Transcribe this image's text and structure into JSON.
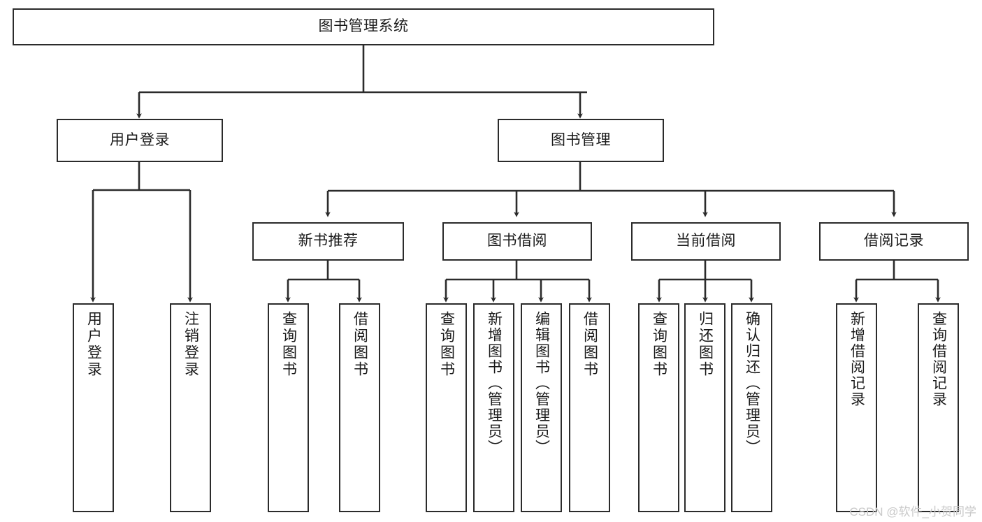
{
  "diagram": {
    "type": "tree-hierarchy-chart",
    "title": "图书管理系统",
    "orientation": "top-down",
    "colors": {
      "box_border": "#2b2b2b",
      "box_fill": "#ffffff",
      "edge": "#2b2b2b",
      "text": "#1a1a1a",
      "watermark": "#c9c9c9",
      "background": "#ffffff"
    },
    "root": {
      "id": "root",
      "label": "图书管理系统",
      "text_direction": "horizontal"
    },
    "level2": [
      {
        "id": "user-login",
        "label": "用户登录",
        "text_direction": "horizontal"
      },
      {
        "id": "book-management",
        "label": "图书管理",
        "text_direction": "horizontal"
      }
    ],
    "level3": [
      {
        "id": "new-book-recommend",
        "label": "新书推荐",
        "text_direction": "horizontal",
        "parent": "book-management"
      },
      {
        "id": "book-borrow",
        "label": "图书借阅",
        "text_direction": "horizontal",
        "parent": "book-management"
      },
      {
        "id": "current-borrow",
        "label": "当前借阅",
        "text_direction": "horizontal",
        "parent": "book-management"
      },
      {
        "id": "borrow-record",
        "label": "借阅记录",
        "text_direction": "horizontal",
        "parent": "book-management"
      }
    ],
    "leaves": [
      {
        "id": "leaf-user-login",
        "label": "用户登录",
        "parent": "user-login",
        "text_direction": "vertical"
      },
      {
        "id": "leaf-logout-login",
        "label": "注销登录",
        "parent": "user-login",
        "text_direction": "vertical"
      },
      {
        "id": "leaf-query-book-1",
        "label": "查询图书",
        "parent": "new-book-recommend",
        "text_direction": "vertical"
      },
      {
        "id": "leaf-borrow-book-1",
        "label": "借阅图书",
        "parent": "new-book-recommend",
        "text_direction": "vertical"
      },
      {
        "id": "leaf-query-book-2",
        "label": "查询图书",
        "parent": "book-borrow",
        "text_direction": "vertical"
      },
      {
        "id": "leaf-add-book",
        "label": "新增图书（管理员）",
        "parent": "book-borrow",
        "text_direction": "vertical"
      },
      {
        "id": "leaf-edit-book",
        "label": "编辑图书（管理员）",
        "parent": "book-borrow",
        "text_direction": "vertical"
      },
      {
        "id": "leaf-borrow-book-2",
        "label": "借阅图书",
        "parent": "book-borrow",
        "text_direction": "vertical"
      },
      {
        "id": "leaf-query-book-3",
        "label": "查询图书",
        "parent": "current-borrow",
        "text_direction": "vertical"
      },
      {
        "id": "leaf-return-book",
        "label": "归还图书",
        "parent": "current-borrow",
        "text_direction": "vertical"
      },
      {
        "id": "leaf-confirm-return",
        "label": "确认归还（管理员）",
        "parent": "current-borrow",
        "text_direction": "vertical"
      },
      {
        "id": "leaf-add-borrow-record",
        "label": "新增借阅记录",
        "parent": "borrow-record",
        "text_direction": "vertical"
      },
      {
        "id": "leaf-query-borrow-record",
        "label": "查询借阅记录",
        "parent": "borrow-record",
        "text_direction": "vertical"
      }
    ]
  },
  "watermark": {
    "text": "CSDN @软件_小贺同学"
  }
}
